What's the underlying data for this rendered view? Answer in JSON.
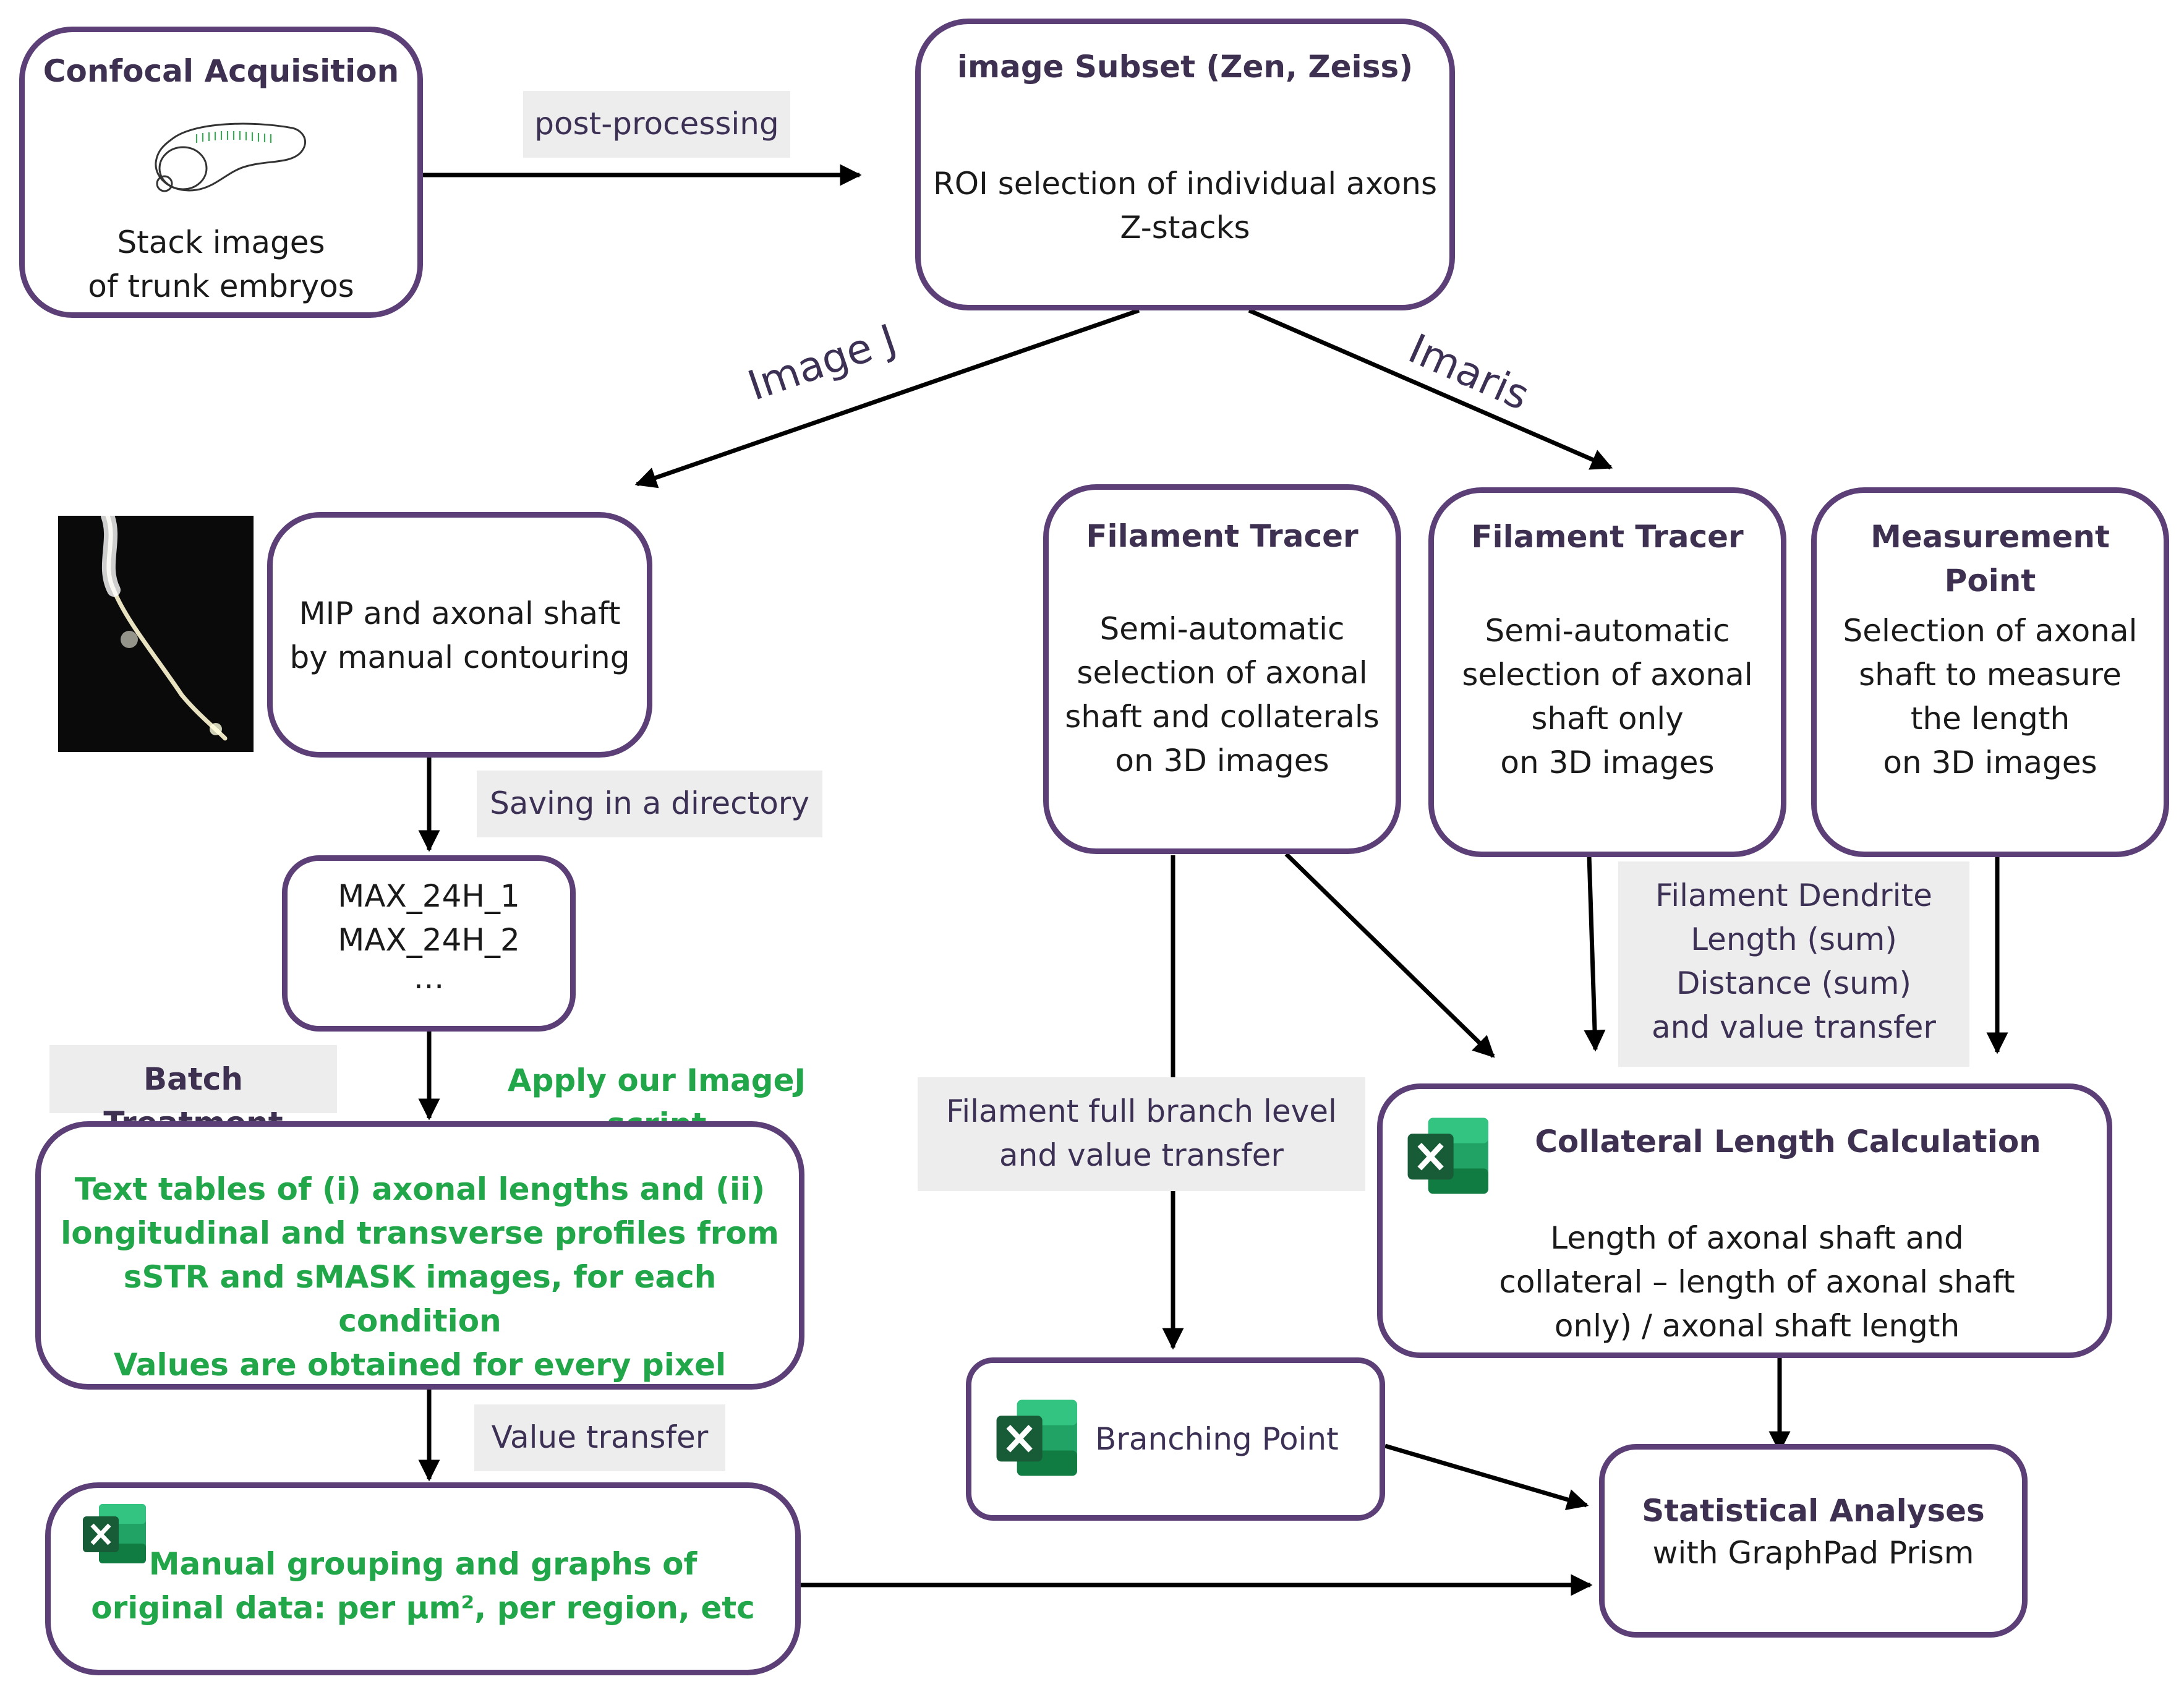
{
  "nodes": {
    "confocal": {
      "title": "Confocal Acquisition",
      "lines": [
        "Stack images",
        "of trunk embryos"
      ]
    },
    "subset": {
      "title": "image Subset (Zen, Zeiss)",
      "lines": [
        "ROI selection of individual axons",
        "Z-stacks"
      ]
    },
    "mip": {
      "lines": [
        "MIP and axonal shaft",
        "by manual contouring"
      ]
    },
    "files": {
      "lines": [
        "MAX_24H_1",
        "MAX_24H_2",
        "…"
      ]
    },
    "text_tables": {
      "lines": [
        "Text tables of (i) axonal lengths and (ii)",
        "longitudinal and transverse profiles from",
        "sSTR and sMASK images, for each condition",
        "Values are obtained for every pixel"
      ]
    },
    "manual_grouping": {
      "lines": [
        "Manual grouping and graphs of",
        "original data: per µm², per region, etc"
      ]
    },
    "filament1": {
      "title": "Filament Tracer",
      "lines": [
        "Semi-automatic",
        "selection of axonal",
        "shaft and collaterals",
        "on 3D images"
      ]
    },
    "filament2": {
      "title": "Filament Tracer",
      "lines": [
        "Semi-automatic",
        "selection of axonal",
        "shaft only",
        "on 3D images"
      ]
    },
    "measurement": {
      "title_lines": [
        "Measurement",
        "Point"
      ],
      "lines": [
        "Selection of axonal",
        "shaft to measure",
        "the length",
        "on 3D images"
      ]
    },
    "collateral": {
      "title": "Collateral Length Calculation",
      "lines": [
        "Length of axonal shaft and",
        "collateral – length of axonal shaft",
        "only) / axonal shaft length"
      ]
    },
    "branching": {
      "label": "Branching Point"
    },
    "stats": {
      "title": "Statistical Analyses",
      "line": "with GraphPad Prism"
    }
  },
  "edge_labels": {
    "post_processing": "post-processing",
    "image_j": "Image J",
    "imaris": "Imaris",
    "saving": "Saving in a directory",
    "batch": "Batch Treatment",
    "apply_script": "Apply our ImageJ script",
    "value_transfer": "Value transfer",
    "full_branch": [
      "Filament full branch level",
      "and value transfer"
    ],
    "dendrite": [
      "Filament Dendrite",
      "Length (sum)",
      "Distance (sum)",
      "and value transfer"
    ]
  },
  "icons": {
    "spreadsheet": "excel-icon",
    "embryo": "zebrafish-embryo-icon",
    "micrograph": "axon-micrograph-image"
  },
  "colors": {
    "border": "#5b3f76",
    "title": "#3d3050",
    "green": "#22a64a",
    "label_bg": "#ededed",
    "excel": "#1d7044"
  }
}
